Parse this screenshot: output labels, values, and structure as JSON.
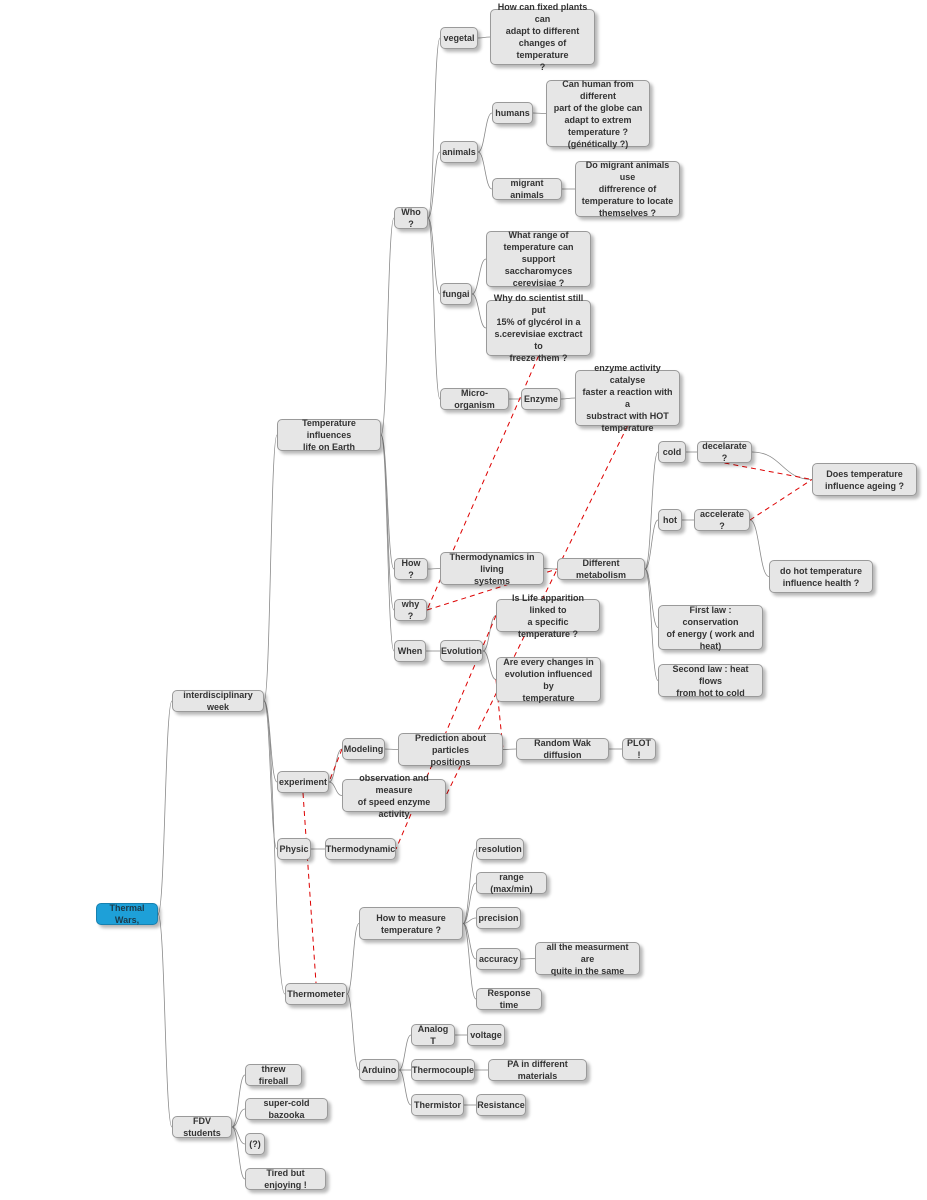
{
  "root": {
    "label": "Thermal Wars,"
  },
  "branches": {
    "interdisciplinary": "interdisciplinary week",
    "fdv": "FDV students"
  },
  "topics": {
    "temperature": "Temperature influences\nlife on Earth",
    "experiment": "experiment",
    "physic": "Physic",
    "thermometer": "Thermometer"
  },
  "who": {
    "label": "Who ?",
    "vegetal": "vegetal",
    "vegetal_q": "How can fixed plants can\nadapt to different\nchanges of temperature\n?",
    "animals": "animals",
    "humans": "humans",
    "humans_q": "Can human from different\npart of the globe can\nadapt to extrem\ntemperature ?\n(génétically ?)",
    "migrant": "migrant animals",
    "migrant_q": "Do migrant animals use\ndiffrerence of\ntemperature to locate\nthemselves ?",
    "fungai": "fungai",
    "fungai_q1": "What range of\ntemperature can support\nsaccharomyces\ncerevisiae ?",
    "fungai_q2": "Why do scientist still put\n15% of  glycérol in a\ns.cerevisiae exctract to\nfreeze them ?",
    "micro": "Micro-organism",
    "enzyme": "Enzyme",
    "enzyme_q": "enzyme activity catalyse\nfaster a reaction with a\nsubstract with HOT\ntemperature"
  },
  "how": {
    "label": "How ?",
    "thermo_living": "Thermodynamics in living\nsystems",
    "metabolism": "Different metabolism",
    "cold": "cold",
    "decelarate": "decelarate ?",
    "ageing": "Does temperature\ninfluence ageing ?",
    "hot": "hot",
    "accelerate": "accelerate ?",
    "health": "do hot temperature\ninfluence health ?",
    "first_law": "First law : conservation\nof energy ( work and\nheat)",
    "second_law": "Second law : heat flows\nfrom hot to cold"
  },
  "why": {
    "label": "why ?"
  },
  "when": {
    "label": "When",
    "evolution": "Evolution",
    "evo_q1": "Is Life apparition linked to\na specific temperature ?",
    "evo_q2": "Are every changes in\nevolution influenced by\ntemperature"
  },
  "experiment": {
    "modeling": "Modeling",
    "prediction": "Prediction about particles\npositions",
    "random_walk": "Random Wak diffusion",
    "plot": "PLOT !",
    "observation": "observation and measure\nof speed enzyme activity"
  },
  "physic": {
    "thermodynamic": "Thermodynamic"
  },
  "thermometer": {
    "how_measure": "How to measure\ntemperature ?",
    "resolution": "resolution",
    "range": "range (max/min)",
    "precision": "precision",
    "accuracy": "accuracy",
    "accuracy_note": "all the measurment are\nquite in the same",
    "response_time": "Response time",
    "arduino": "Arduino",
    "analog": "Analog T",
    "voltage": "voltage",
    "thermocouple": "Thermocouple",
    "pa": "PA in different materials",
    "thermistor": "Thermistor",
    "resistance": "Resistance"
  },
  "fdv": {
    "fireball": "threw fireball",
    "bazooka": "super-cold bazooka",
    "unknown": "(?)",
    "tired": "Tired but enjoying !"
  },
  "colors": {
    "root_fill": "#1ea0d8",
    "node_fill": "#e6e6e6",
    "tree_line": "#8a8a8a",
    "cross_link": "#dd0000"
  }
}
